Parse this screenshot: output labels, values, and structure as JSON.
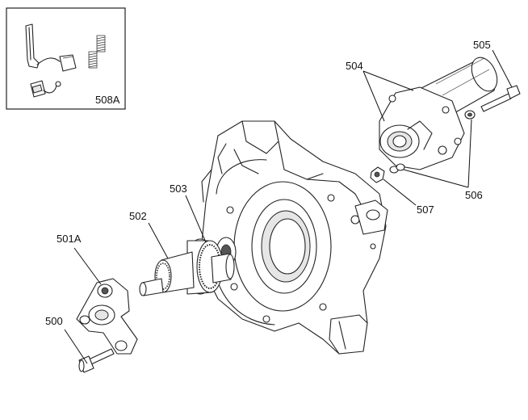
{
  "callouts": {
    "c500": "500",
    "c501a": "501A",
    "c502": "502",
    "c503": "503",
    "c504": "504",
    "c505": "505",
    "c506": "506",
    "c507": "507",
    "c508a": "508A"
  }
}
